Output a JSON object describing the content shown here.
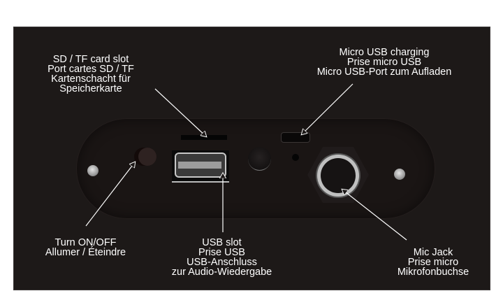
{
  "image": {
    "subject": "Device side panel with port labels",
    "background_color": "#ffffff",
    "frame_color": "#1d1918",
    "text_color": "#ffffff"
  },
  "labels": {
    "sd_card": {
      "lines": [
        "SD / TF card slot",
        "Port cartes SD / TF",
        "Kartenschacht für",
        "Speicherkarte"
      ]
    },
    "micro_usb": {
      "lines": [
        "Micro USB charging",
        "Prise micro USB",
        "Micro USB-Port zum Aufladen"
      ]
    },
    "power": {
      "lines": [
        "Turn ON/OFF",
        "Allumer / Éteindre"
      ]
    },
    "usb": {
      "lines": [
        "USB slot",
        "Prise USB",
        "USB-Anschluss",
        "zur Audio-Wiedergabe"
      ]
    },
    "mic": {
      "lines": [
        "Mic Jack",
        "Prise micro",
        "Mikrofonbuchse"
      ]
    }
  },
  "components": [
    "screw-left",
    "power-button",
    "sd-card-slot",
    "usb-a-port",
    "volume-knob",
    "micro-usb-port",
    "led-indicator",
    "mic-jack",
    "screw-right"
  ]
}
